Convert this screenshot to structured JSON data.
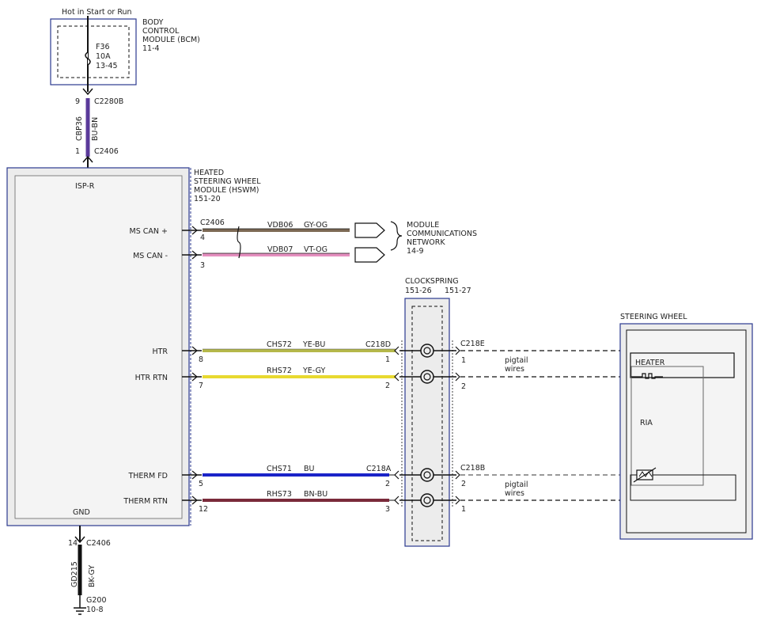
{
  "bcm": {
    "header": "Hot in Start or Run",
    "title_lines": [
      "BODY",
      "CONTROL",
      "MODULE (BCM)",
      "11-4"
    ],
    "fuse_lines": [
      "F36",
      "10A",
      "13-45"
    ]
  },
  "feed_wire": {
    "pin_top": "9",
    "conn_top": "C2280B",
    "circuit": "CBP36",
    "color": "BU-BN",
    "pin_bottom": "1",
    "conn_bottom": "C2406"
  },
  "hswm": {
    "title_lines": [
      "HEATED",
      "STEERING WHEEL",
      "MODULE (HSWM)",
      "151-20"
    ],
    "isp": "ISP-R",
    "gnd": "GND",
    "pins": {
      "ms_can_plus": "MS CAN +",
      "ms_can_minus": "MS CAN -",
      "htr": "HTR",
      "htr_rtn": "HTR RTN",
      "therm_fd": "THERM FD",
      "therm_rtn": "THERM RTN"
    }
  },
  "can": {
    "connector": "C2406",
    "plus": {
      "pin": "4",
      "circuit": "VDB06",
      "color": "GY-OG"
    },
    "minus": {
      "pin": "3",
      "circuit": "VDB07",
      "color": "VT-OG"
    },
    "network_lines": [
      "MODULE",
      "COMMUNICATIONS",
      "NETWORK",
      "14-9"
    ]
  },
  "clockspring": {
    "title": "CLOCKSPRING",
    "ref_left": "151-26",
    "ref_right": "151-27"
  },
  "heater_circuits": {
    "htr": {
      "pin": "8",
      "circuit": "CHS72",
      "color": "YE-BU",
      "conn": "C218D",
      "cs_pin": "1"
    },
    "htr_rtn": {
      "pin": "7",
      "circuit": "RHS72",
      "color": "YE-GY",
      "cs_pin": "2"
    },
    "out_conn": "C218E",
    "out_pin_1": "1",
    "out_pin_2": "2",
    "pigtail_lines": [
      "pigtail",
      "wires"
    ]
  },
  "therm_circuits": {
    "therm_fd": {
      "pin": "5",
      "circuit": "CHS71",
      "color": "BU",
      "conn": "C218A",
      "cs_pin": "2"
    },
    "therm_rtn": {
      "pin": "12",
      "circuit": "RHS73",
      "color": "BN-BU",
      "cs_pin": "3"
    },
    "out_conn": "C218B",
    "out_pin_2": "2",
    "out_pin_1": "1",
    "pigtail_lines": [
      "pigtail",
      "wires"
    ]
  },
  "steering_wheel": {
    "title": "STEERING WHEEL",
    "heater": "HEATER",
    "ria": "RIA"
  },
  "ground": {
    "pin": "14",
    "conn": "C2406",
    "circuit": "GD215",
    "color": "BK-GY",
    "point": "G200",
    "ref": "10-8"
  },
  "wire_colors": {
    "bu_bn": "#5a3a9a",
    "gy_og": "#7d6a55",
    "vt_og": "#e58fbf",
    "ye_bu": "#b5b84a",
    "ye_gy": "#e8d930",
    "bu": "#1a23c8",
    "bn_bu": "#7a2a3a",
    "bk_gy": "#111111",
    "module_border": "#2b3a8f"
  }
}
